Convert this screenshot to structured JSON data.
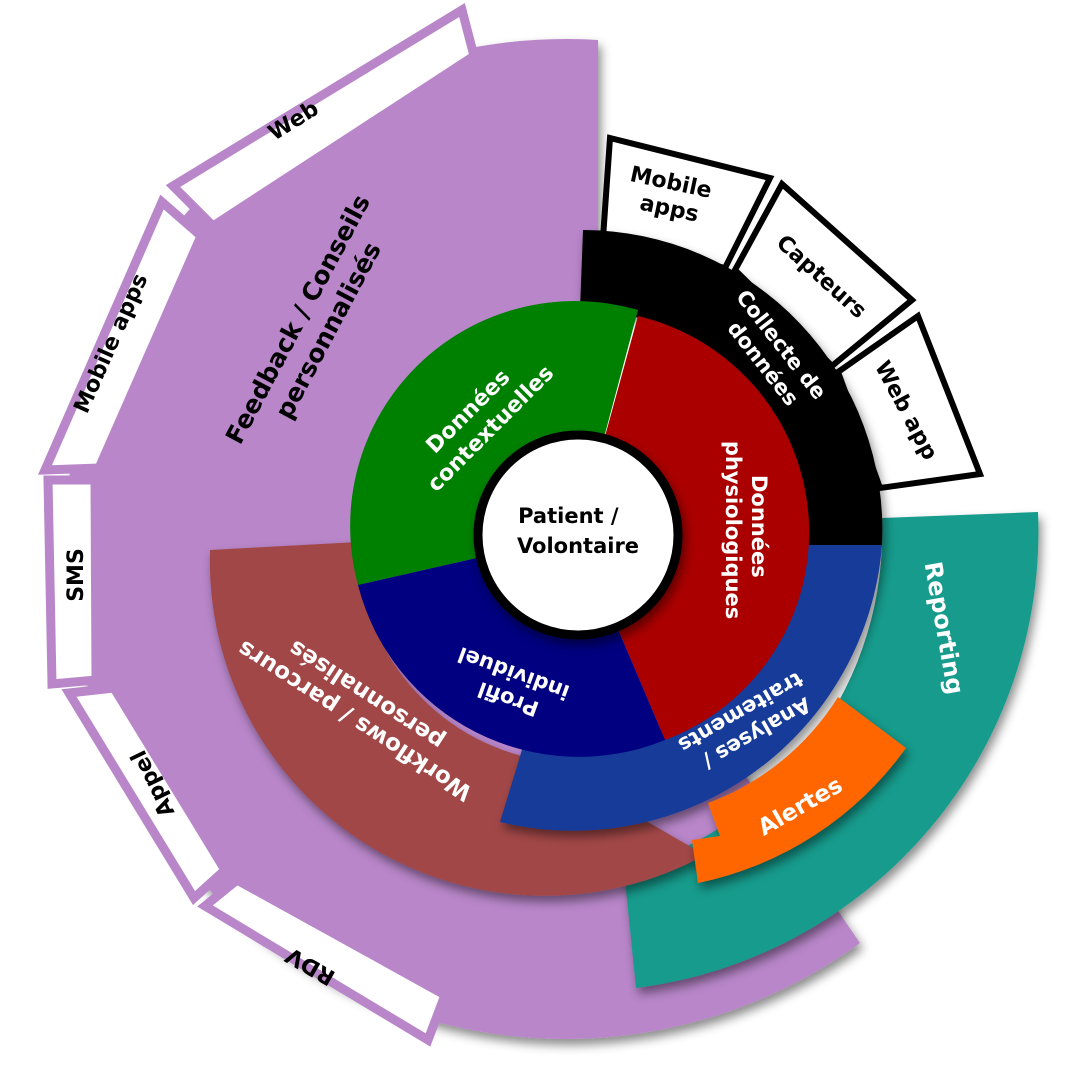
{
  "center": {
    "line1": "Patient /",
    "line2": "Volontaire"
  },
  "inner_ring": {
    "contextual": {
      "line1": "Données",
      "line2": "contextuelles"
    },
    "physiological": {
      "line1": "Données",
      "line2": "physiologiques"
    },
    "profile": {
      "line1": "Profil",
      "line2": "individuel"
    }
  },
  "middle_ring": {
    "analyses": {
      "line1": "Analyses /",
      "line2": "traitements"
    },
    "workflows": {
      "line1": "Workflows / parcours",
      "line2": "personnalisés"
    },
    "collecte": {
      "line1": "Collecte de",
      "line2": "données"
    }
  },
  "outer_ring": {
    "feedback": {
      "line1": "Feedback / Conseils",
      "line2": "personnalisés"
    },
    "reporting": "Reporting",
    "alertes": "Alertes"
  },
  "feedback_channels": [
    "Web",
    "Mobile apps",
    "SMS",
    "Appel",
    "RDV"
  ],
  "collect_channels": {
    "mobile": {
      "line1": "Mobile",
      "line2": "apps"
    },
    "capteurs": "Capteurs",
    "webapp": "Web app"
  },
  "colors": {
    "lilac": "#b886c9",
    "teal": "#169b8c",
    "orange": "#ff6600",
    "black": "#000000",
    "green": "#008000",
    "red": "#aa0000",
    "navy": "#000080",
    "blue": "#153a99",
    "brick": "#a24646"
  }
}
